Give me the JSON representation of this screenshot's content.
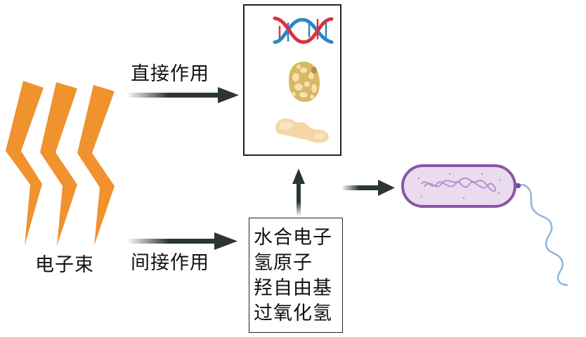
{
  "source_label": "电子束",
  "direct_label": "直接作用",
  "indirect_label": "间接作用",
  "reactive_species": [
    "水合电子",
    "氢原子",
    "羟自由基",
    "过氧化氢"
  ],
  "targets": [
    "dna-icon",
    "cell-icon",
    "protein-icon"
  ],
  "result_icon": "bacterium-icon",
  "colors": {
    "beam": "#F0922E",
    "arrow": "#2b3535",
    "dna_red": "#d9323a",
    "dna_blue": "#2a86c4",
    "cell": "#e8cc82",
    "protein": "#f5d6a6",
    "bacterium_fill": "#eadbee",
    "bacterium_border": "#8a56a8",
    "flagellum": "#8fb5dc"
  }
}
